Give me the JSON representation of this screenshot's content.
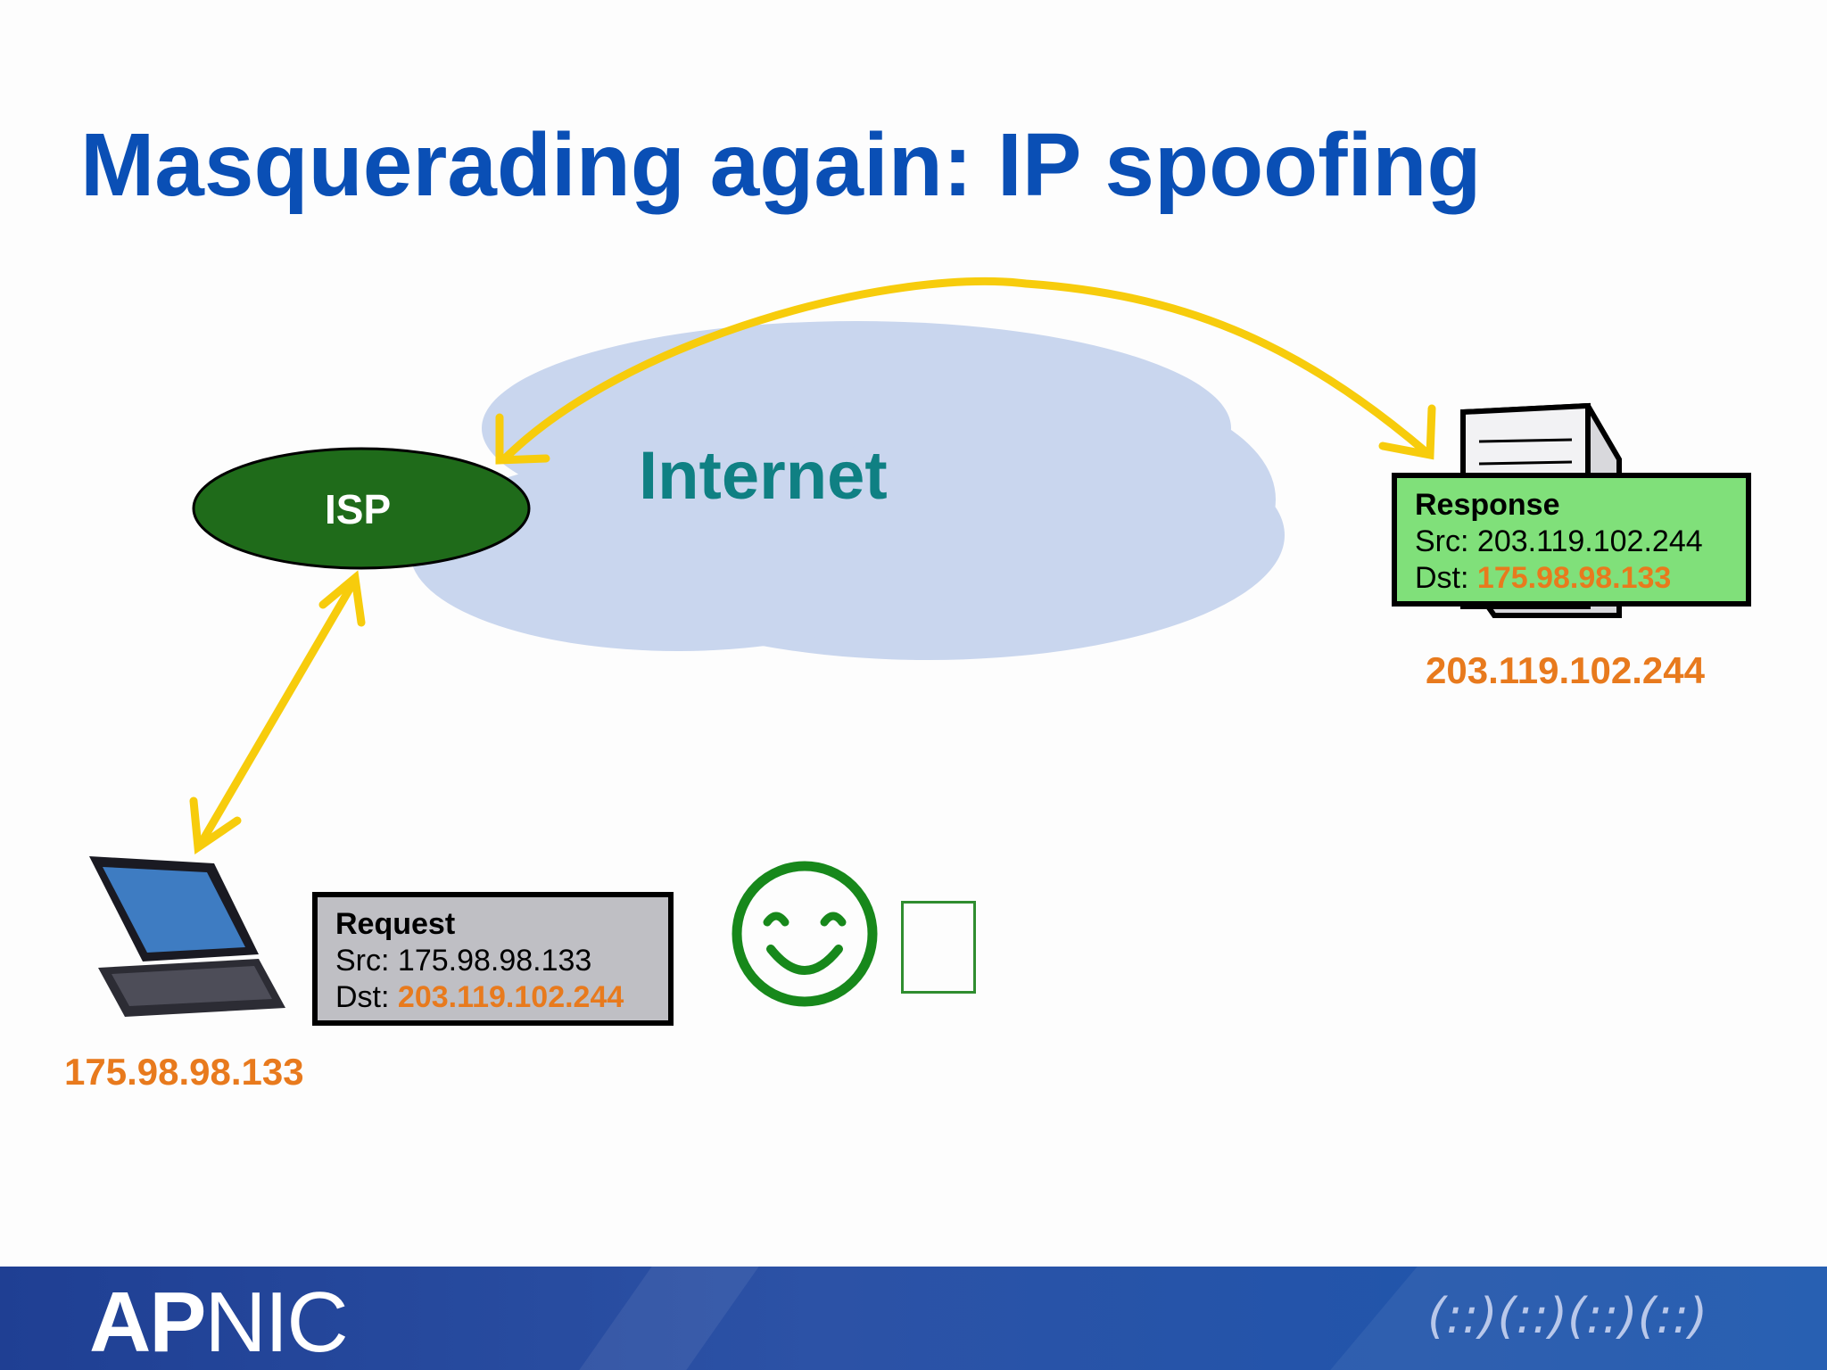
{
  "title": "Masquerading again: IP spoofing",
  "cloud": {
    "label": "Internet"
  },
  "isp": {
    "label": "ISP"
  },
  "request_packet": {
    "heading": "Request",
    "src_prefix": "Src:",
    "src": "175.98.98.133",
    "dst_prefix": "Dst:",
    "dst": "203.119.102.244"
  },
  "response_packet": {
    "heading": "Response",
    "src_prefix": "Src:",
    "src": "203.119.102.244",
    "dst_prefix": "Dst:",
    "dst": "175.98.98.133"
  },
  "laptop_ip": "175.98.98.133",
  "server_ip": "203.119.102.244",
  "footer": {
    "logo_bold": "AP",
    "logo_thin": "NIC",
    "logo_mark": "(::)(::)(::)(::)"
  },
  "colors": {
    "title": "#0a4fb5",
    "ip_orange": "#e87a1d",
    "arrow_yellow": "#f7cc0c",
    "isp_green": "#1f6b1a",
    "cloud_blue": "#c9d6ee",
    "response_green": "#80e07a",
    "request_grey": "#bfbfc4",
    "smiley_green": "#17881b"
  }
}
